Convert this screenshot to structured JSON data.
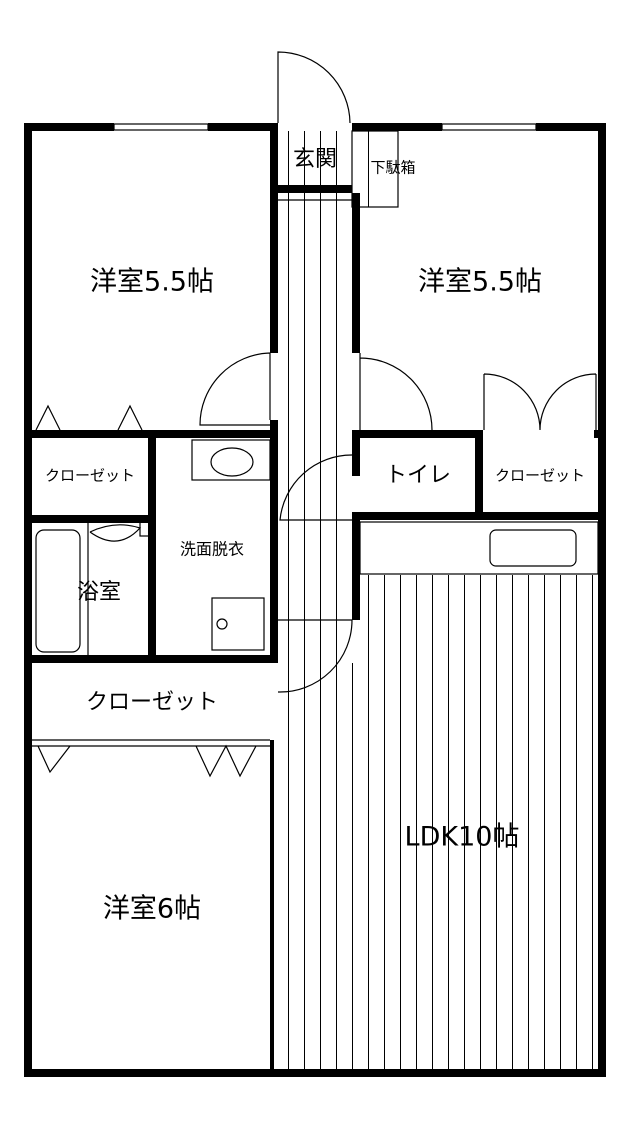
{
  "floor_plan": {
    "rooms": {
      "bedroom_top_left": "洋室5.5帖",
      "bedroom_top_right": "洋室5.5帖",
      "entrance": "玄関",
      "shoe_cabinet": "下駄箱",
      "closet_left_small": "クローゼット",
      "toilet": "トイレ",
      "closet_right_small": "クローゼット",
      "washroom": "洗面脱衣",
      "bathroom": "浴室",
      "closet_large": "クローゼット",
      "ldk": "LDK10帖",
      "bedroom_bottom_left": "洋室6帖"
    },
    "colors": {
      "wall": "#000000",
      "background": "#ffffff"
    }
  }
}
